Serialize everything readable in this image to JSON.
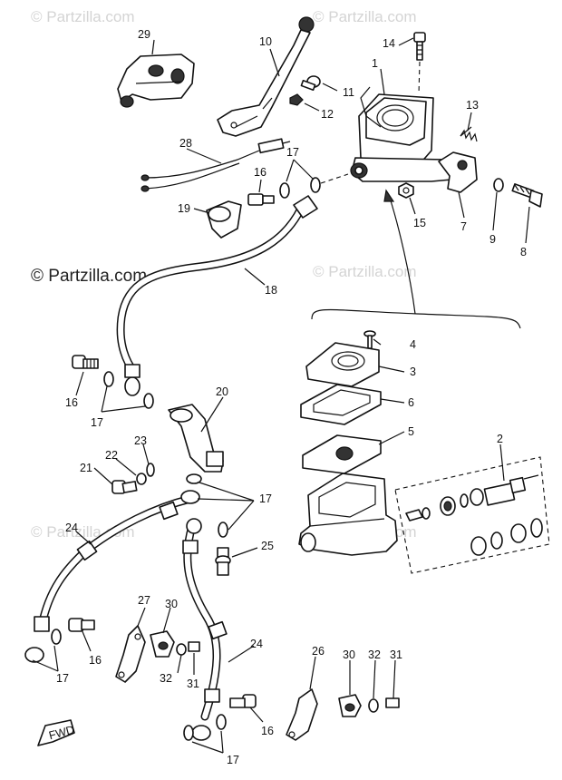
{
  "watermarks": {
    "light": "© Partzilla.com",
    "dark": "© Partzilla.com"
  },
  "labels": {
    "p29": "29",
    "p10": "10",
    "p14": "14",
    "p1": "1",
    "p11": "11",
    "p12": "12",
    "p13": "13",
    "p28": "28",
    "p17a": "17",
    "p16a": "16",
    "p19": "19",
    "p15": "15",
    "p7": "7",
    "p9": "9",
    "p8": "8",
    "p18": "18",
    "p4": "4",
    "p3": "3",
    "p6": "6",
    "p5": "5",
    "p2": "2",
    "p16b": "16",
    "p17b": "17",
    "p20": "20",
    "p23": "23",
    "p22": "22",
    "p21": "21",
    "p17c": "17",
    "p24a": "24",
    "p25": "25",
    "p27": "27",
    "p30a": "30",
    "p16c": "16",
    "p17d": "17",
    "p32a": "32",
    "p31a": "31",
    "p24b": "24",
    "p26": "26",
    "p30b": "30",
    "p32b": "32",
    "p31b": "31",
    "p16d": "16",
    "p17e": "17"
  },
  "fwd_mark": "FWD"
}
